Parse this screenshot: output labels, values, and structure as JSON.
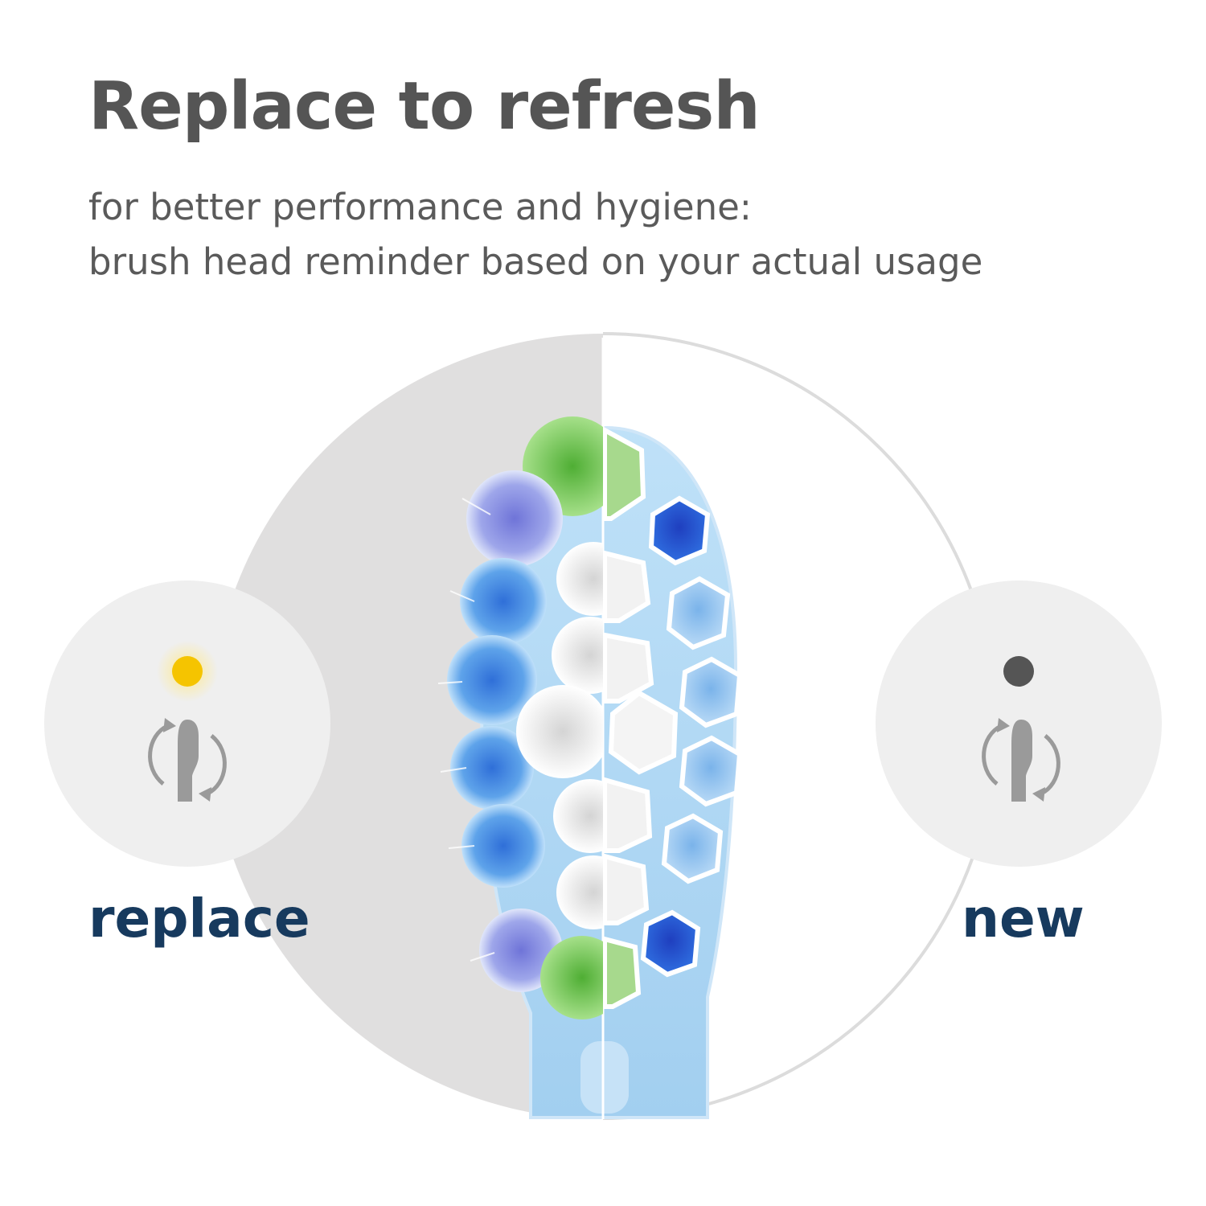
{
  "heading": {
    "title": "Replace to refresh",
    "subtitle_line1": "for better performance and hygiene:",
    "subtitle_line2": "brush head reminder based on your actual usage"
  },
  "states": {
    "replace": {
      "label": "replace",
      "indicator_icon": "yellow-light-icon",
      "indicator_color": "#f5c400",
      "symbol_icon": "brush-head-replace-icon"
    },
    "new": {
      "label": "new",
      "indicator_icon": "dark-light-icon",
      "indicator_color": "#555555",
      "symbol_icon": "brush-head-replace-icon"
    }
  },
  "colors": {
    "text_gray": "#555555",
    "label_navy": "#173a5e",
    "worn_background": "#e0dfdf",
    "indicator_disc": "#efefef",
    "brush_head": "#a9d3f1",
    "bristle_green": "#7ccf58",
    "bristle_blue": "#3f8fe0",
    "bristle_dark_blue": "#1f4fd0",
    "bristle_light_blue": "#9cc7ee",
    "bristle_white": "#f3f3f3"
  }
}
